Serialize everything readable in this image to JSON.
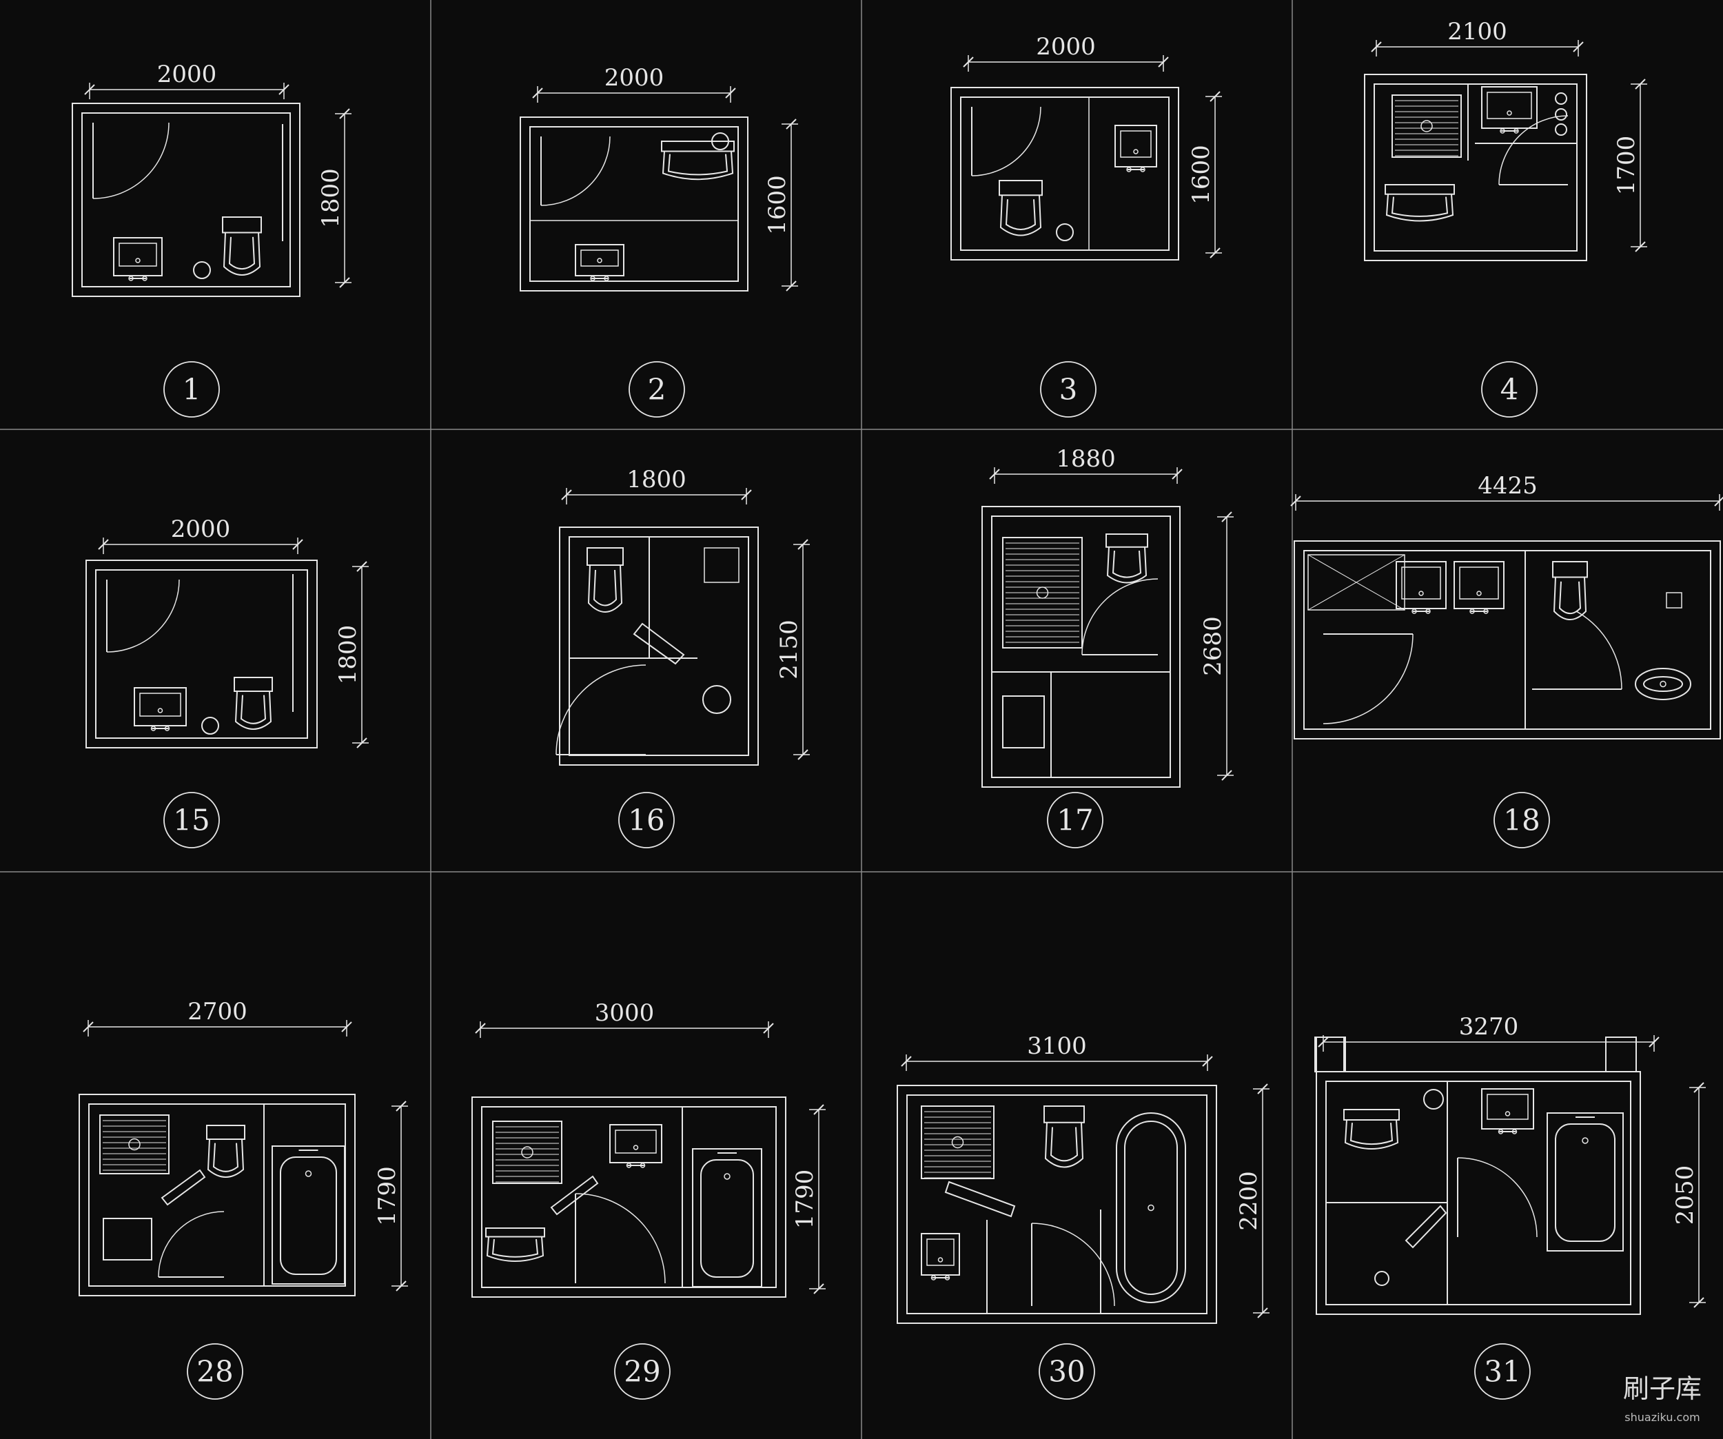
{
  "sheet": {
    "background": "#0c0c0c",
    "line_color": "#e6e6e6",
    "grid_color": "#8a8a8a",
    "watermark": {
      "main": "刷子库",
      "sub": "shuaziku.com"
    }
  },
  "plans": [
    {
      "number": "1",
      "width_label": "2000",
      "height_label": "1800"
    },
    {
      "number": "2",
      "width_label": "2000",
      "height_label": "1600"
    },
    {
      "number": "3",
      "width_label": "2000",
      "height_label": "1600"
    },
    {
      "number": "4",
      "width_label": "2100",
      "height_label": "1700"
    },
    {
      "number": "15",
      "width_label": "2000",
      "height_label": "1800"
    },
    {
      "number": "16",
      "width_label": "1800",
      "height_label": "2150"
    },
    {
      "number": "17",
      "width_label": "1880",
      "height_label": "2680"
    },
    {
      "number": "18",
      "width_label": "4425",
      "height_label": ""
    },
    {
      "number": "28",
      "width_label": "2700",
      "height_label": "1790"
    },
    {
      "number": "29",
      "width_label": "3000",
      "height_label": "1790"
    },
    {
      "number": "30",
      "width_label": "3100",
      "height_label": "2200"
    },
    {
      "number": "31",
      "width_label": "3270",
      "height_label": "2050"
    }
  ]
}
